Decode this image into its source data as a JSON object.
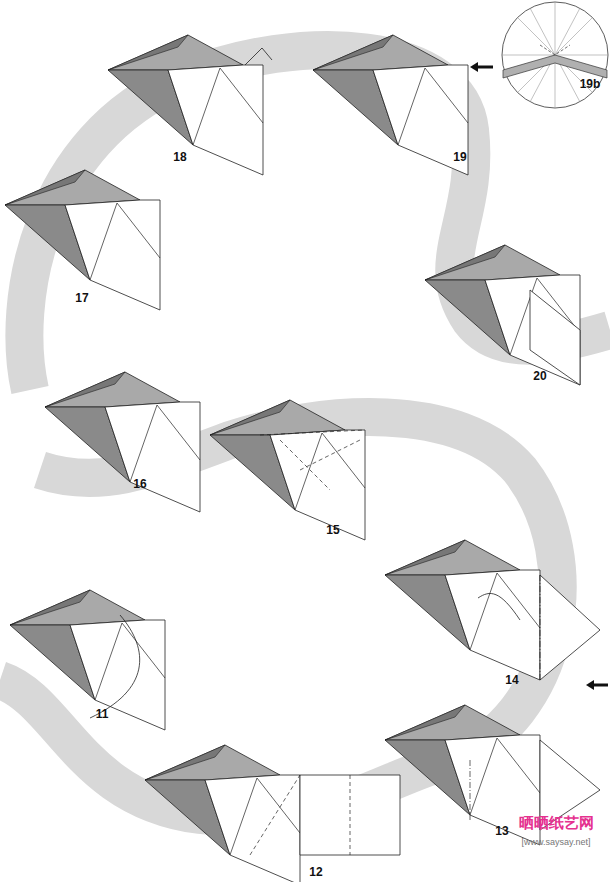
{
  "diagram": {
    "labels": [
      "18",
      "19",
      "19b",
      "17",
      "20",
      "16",
      "15",
      "14",
      "11",
      "13",
      "晒晒纸艺网",
      "[www.saysay.net]",
      "12"
    ]
  }
}
